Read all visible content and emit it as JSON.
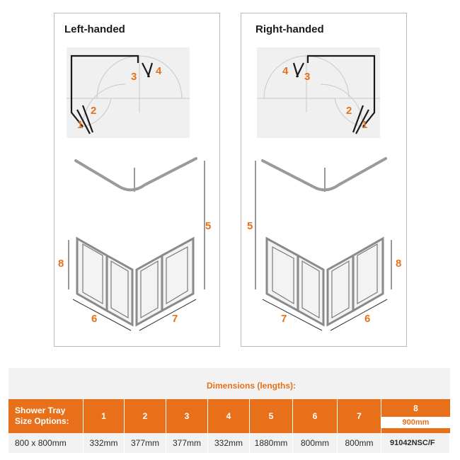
{
  "panels": {
    "left": {
      "title": "Left-handed",
      "labels": {
        "1": "1",
        "2": "2",
        "3": "3",
        "4": "4",
        "5": "5",
        "6": "6",
        "7": "7",
        "8": "8"
      }
    },
    "right": {
      "title": "Right-handed",
      "labels": {
        "1": "1",
        "2": "2",
        "3": "3",
        "4": "4",
        "5": "5",
        "6": "6",
        "7": "7",
        "8": "8"
      }
    }
  },
  "table": {
    "title": "Dimensions (lengths):",
    "row_header_label": "Shower Tray Size Options:",
    "columns": [
      "1",
      "2",
      "3",
      "4",
      "5",
      "6",
      "7"
    ],
    "col8": {
      "label": "8",
      "sublabel": "900mm"
    },
    "rows": [
      {
        "size": "800 x 800mm",
        "values": [
          "332mm",
          "377mm",
          "377mm",
          "332mm",
          "1880mm",
          "800mm",
          "800mm"
        ],
        "col8": "91042NSC/F"
      }
    ]
  },
  "colors": {
    "accent": "#e8701a",
    "frame": "#8a8a8a",
    "border": "#b8b8b8"
  }
}
